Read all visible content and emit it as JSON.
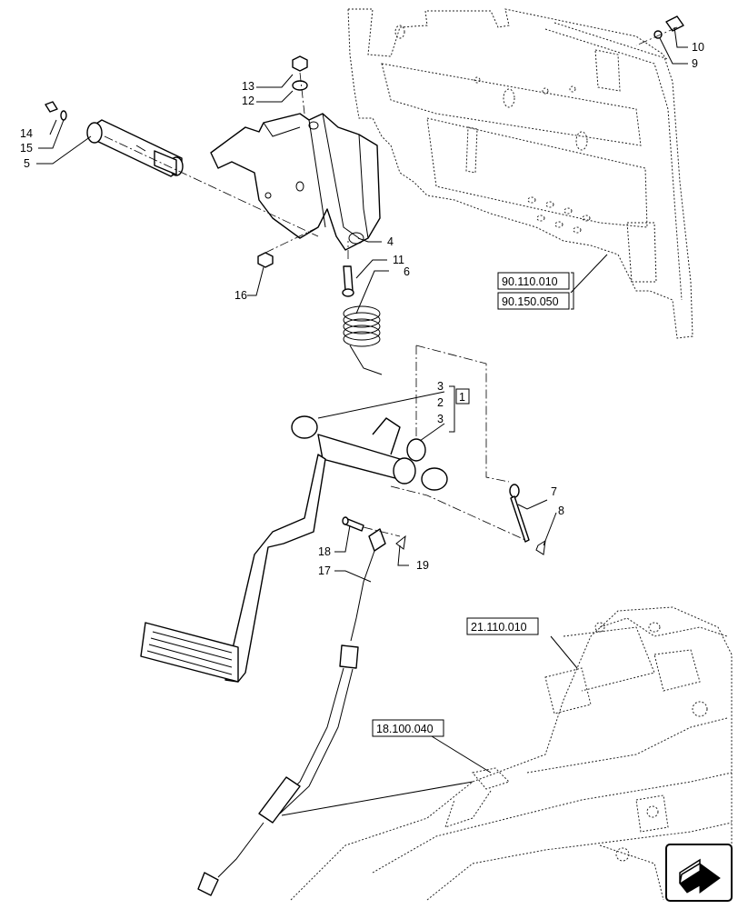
{
  "callouts": {
    "c1": "1",
    "c2": "2",
    "c3a": "3",
    "c3b": "3",
    "c4": "4",
    "c5": "5",
    "c6": "6",
    "c7": "7",
    "c8": "8",
    "c9": "9",
    "c10": "10",
    "c11": "11",
    "c12": "12",
    "c13": "13",
    "c14": "14",
    "c15": "15",
    "c16": "16",
    "c17": "17",
    "c18": "18",
    "c19": "19"
  },
  "references": {
    "ref_90_110": "90.110.010",
    "ref_90_150": "90.150.050",
    "ref_21_110": "21.110.010",
    "ref_18_100": "18.100.040"
  },
  "navigation": {
    "next_icon": "next-arrow-icon"
  }
}
